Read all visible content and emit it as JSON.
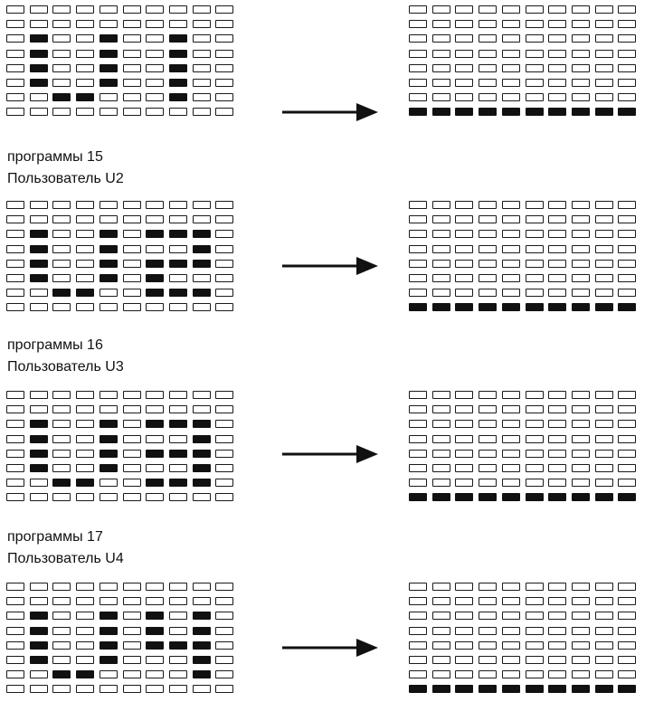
{
  "panels": [
    {
      "before": [
        "0000000000",
        "0000000000",
        "0100100100",
        "0100100100",
        "0100100100",
        "0100100100",
        "0011000100",
        "0000000000"
      ],
      "after": [
        "0000000000",
        "0000000000",
        "0000000000",
        "0000000000",
        "0000000000",
        "0000000000",
        "0000000000",
        "1111111111"
      ]
    },
    {
      "caption_line1": "программы 15",
      "caption_line2": "Пользователь U2",
      "before": [
        "0000000000",
        "0000000000",
        "0100101110",
        "0100100010",
        "0100101110",
        "0100101000",
        "0011001110",
        "0000000000"
      ],
      "after": [
        "0000000000",
        "0000000000",
        "0000000000",
        "0000000000",
        "0000000000",
        "0000000000",
        "0000000000",
        "1111111111"
      ]
    },
    {
      "caption_line1": "программы 16",
      "caption_line2": "Пользователь U3",
      "before": [
        "0000000000",
        "0000000000",
        "0100101110",
        "0100100010",
        "0100101110",
        "0100100010",
        "0011001110",
        "0000000000"
      ],
      "after": [
        "0000000000",
        "0000000000",
        "0000000000",
        "0000000000",
        "0000000000",
        "0000000000",
        "0000000000",
        "1111111111"
      ]
    },
    {
      "caption_line1": "программы 17",
      "caption_line2": "Пользователь U4",
      "before": [
        "0000000000",
        "0000000000",
        "0100101010",
        "0100101010",
        "0100101110",
        "0100100010",
        "0011000010",
        "0000000000"
      ],
      "after": [
        "0000000000",
        "0000000000",
        "0000000000",
        "0000000000",
        "0000000000",
        "0000000000",
        "0000000000",
        "1111111111"
      ]
    }
  ],
  "colors": {
    "segment_on": "#111111",
    "segment_off": "#ffffff",
    "outline": "#1a1a1a"
  },
  "icons": {
    "transition": "right-arrow-icon"
  }
}
